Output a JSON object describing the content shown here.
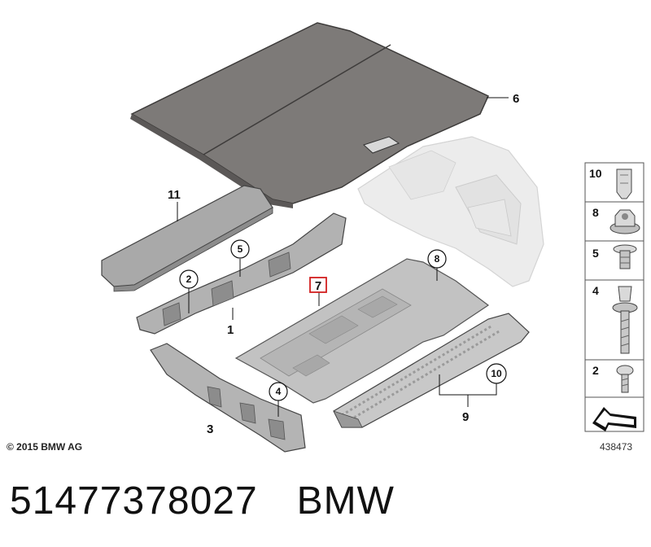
{
  "callouts": {
    "c1": "1",
    "c2": "2",
    "c3": "3",
    "c4": "4",
    "c5": "5",
    "c6": "6",
    "c7": "7",
    "c8": "8",
    "c9": "9",
    "c10": "10",
    "c11": "11"
  },
  "sidebar": {
    "items": [
      {
        "label": "10",
        "icon": "clip-icon"
      },
      {
        "label": "8",
        "icon": "nut-icon"
      },
      {
        "label": "5",
        "icon": "expanding-rivet-icon"
      },
      {
        "label": "4",
        "icon": "bolt-icon"
      },
      {
        "label": "2",
        "icon": "screw-icon"
      },
      {
        "label": "",
        "icon": "arrow-icon"
      }
    ]
  },
  "footer": {
    "copyright": "© 2015 BMW AG",
    "reference_number": "438473"
  },
  "part": {
    "number": "51477378027",
    "brand": "BMW"
  },
  "colors": {
    "cover_dark": "#7d7a78",
    "panel_gray": "#bdbdbd",
    "trunk_light": "#ececec",
    "highlight_red": "#d11f1f"
  }
}
